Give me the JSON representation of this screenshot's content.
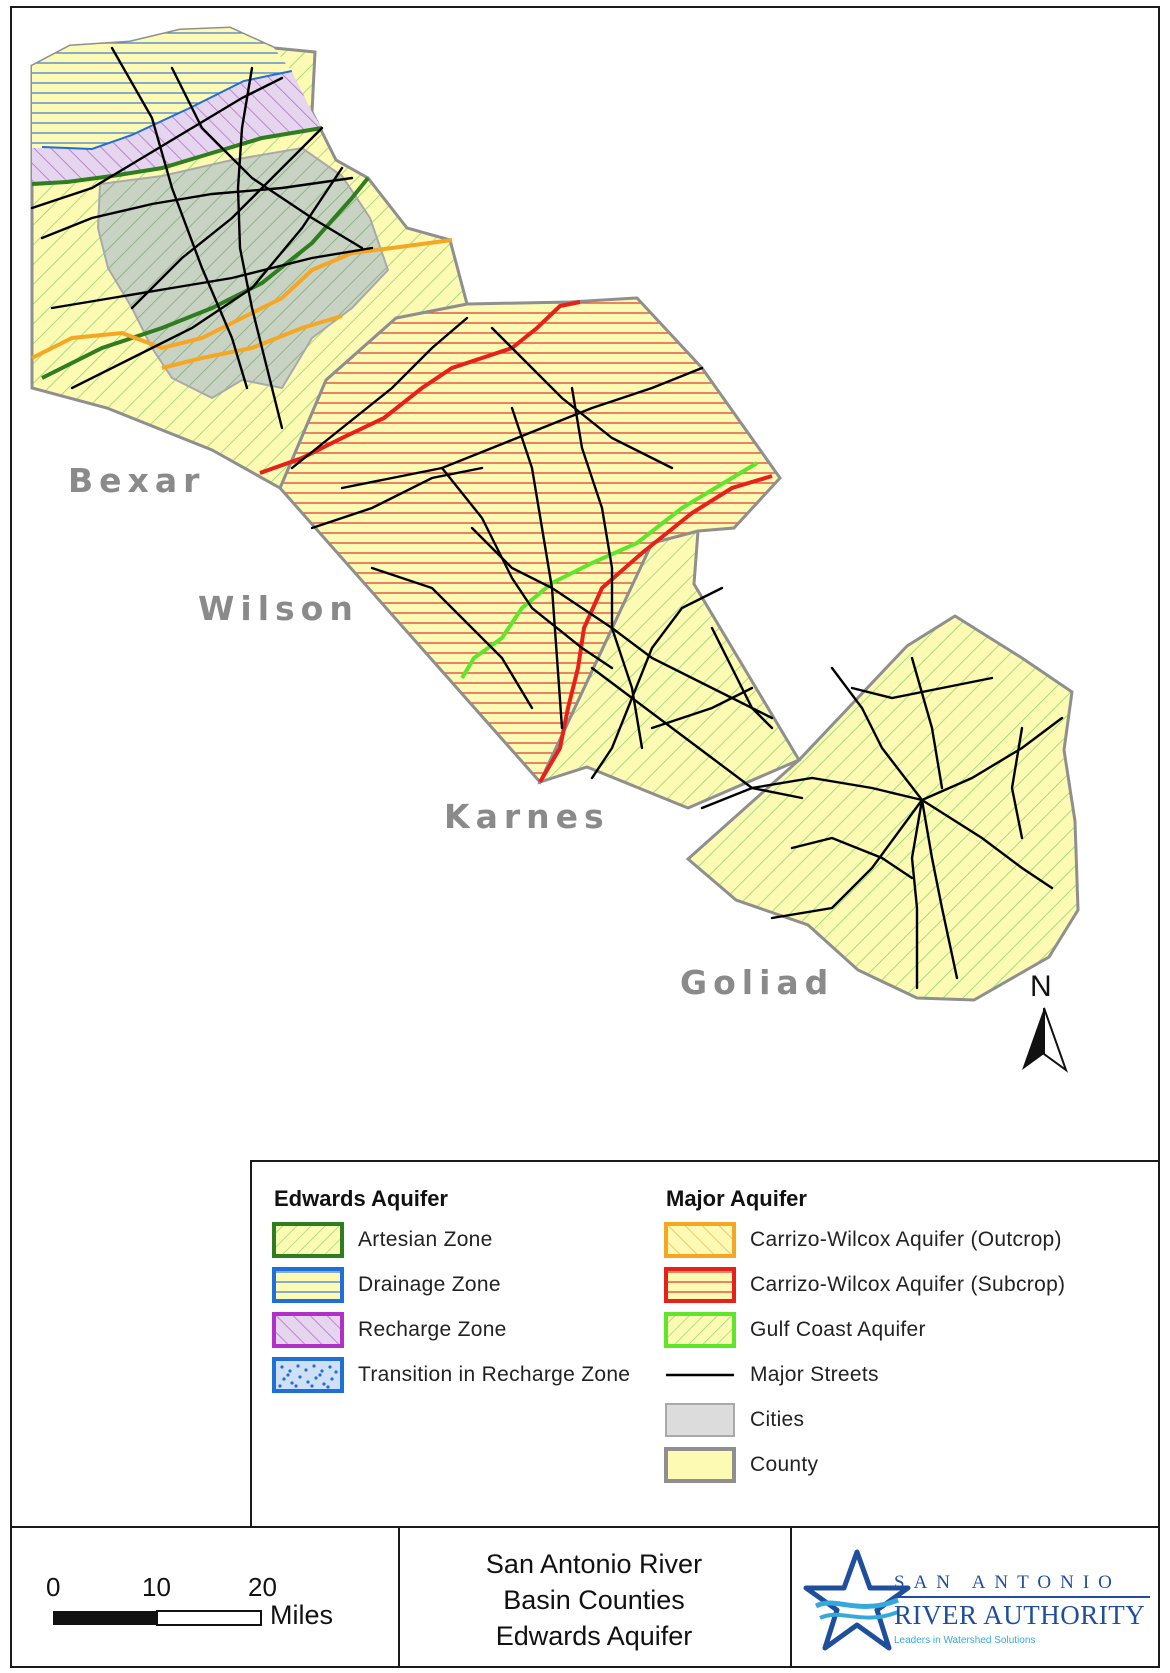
{
  "counties": [
    {
      "name": "Bexar"
    },
    {
      "name": "Wilson"
    },
    {
      "name": "Karnes"
    },
    {
      "name": "Goliad"
    }
  ],
  "north_arrow": {
    "label": "N"
  },
  "legend": {
    "edwards_title": "Edwards Aquifer",
    "edwards_items": [
      {
        "label": "Artesian Zone",
        "color": "#2e7d1e"
      },
      {
        "label": "Drainage Zone",
        "color": "#1e6fd8"
      },
      {
        "label": "Recharge Zone",
        "color": "#b030c8"
      },
      {
        "label": "Transition in Recharge Zone",
        "color": "#1e6fd8"
      }
    ],
    "major_title": "Major Aquifer",
    "major_items": [
      {
        "label": "Carrizo-Wilcox Aquifer (Outcrop)",
        "color": "#f5a623"
      },
      {
        "label": "Carrizo-Wilcox Aquifer (Subcrop)",
        "color": "#e8201a"
      },
      {
        "label": "Gulf Coast Aquifer",
        "color": "#5fe62a"
      },
      {
        "label": "Major Streets",
        "color": "#000000"
      },
      {
        "label": "Cities",
        "color": "#dcdcdc"
      },
      {
        "label": "County",
        "color": "#fdfab4"
      }
    ]
  },
  "scale_bar": {
    "ticks": [
      "0",
      "10",
      "20"
    ],
    "unit": "Miles"
  },
  "title": {
    "line1": "San Antonio River",
    "line2": "Basin Counties",
    "line3": "Edwards Aquifer"
  },
  "logo": {
    "line1": "SAN ANTONIO",
    "line2": "RIVER AUTHORITY",
    "tagline": "Leaders in Watershed Solutions",
    "color": "#1f4f9c"
  }
}
